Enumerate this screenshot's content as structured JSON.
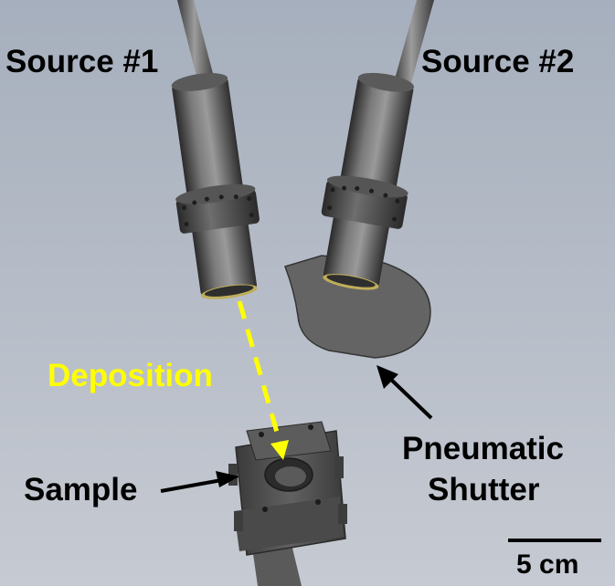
{
  "labels": {
    "source_1": "Source #1",
    "source_2": "Source #2",
    "deposition": "Deposition",
    "sample": "Sample",
    "shutter_line1": "Pneumatic",
    "shutter_line2": "Shutter",
    "scale": "5 cm"
  },
  "colors": {
    "background_top": "#a6afbd",
    "background_bottom": "#c3c8d0",
    "deposition_arrow": "#ffff00",
    "metal": "#6a6a6a",
    "label_text": "#000000"
  }
}
